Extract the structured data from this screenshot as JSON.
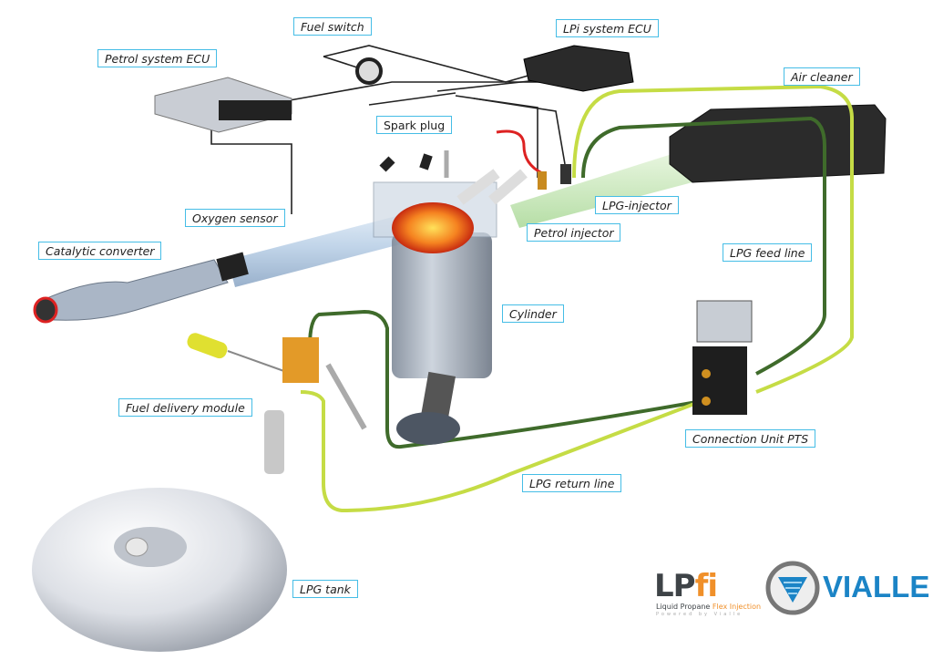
{
  "labels": {
    "fuel_switch": "Fuel switch",
    "lpi_ecu": "LPi system ECU",
    "petrol_ecu": "Petrol system ECU",
    "air_cleaner": "Air cleaner",
    "spark_plug": "Spark plug",
    "oxygen_sensor": "Oxygen sensor",
    "lpg_injector": "LPG-injector",
    "catalytic_converter": "Catalytic converter",
    "petrol_injector": "Petrol injector",
    "lpg_feed_line": "LPG feed line",
    "cylinder": "Cylinder",
    "fuel_delivery_module": "Fuel delivery module",
    "connection_unit": "Connection Unit PTS",
    "lpg_return_line": "LPG return line",
    "lpg_tank": "LPG tank"
  },
  "logo": {
    "lp": "LP",
    "fi": "fi",
    "subtitle_a": "Liquid Propane ",
    "subtitle_b": "Flex Injection",
    "powered": "Powered by Vialle",
    "brand": "VIALLE"
  },
  "colors": {
    "label_border": "#45bde6",
    "feed_line": "#3f6b2b",
    "return_line": "#c5dc45",
    "wire": "#222222",
    "brand_blue": "#1b84c6",
    "brand_orange": "#f0902a"
  }
}
